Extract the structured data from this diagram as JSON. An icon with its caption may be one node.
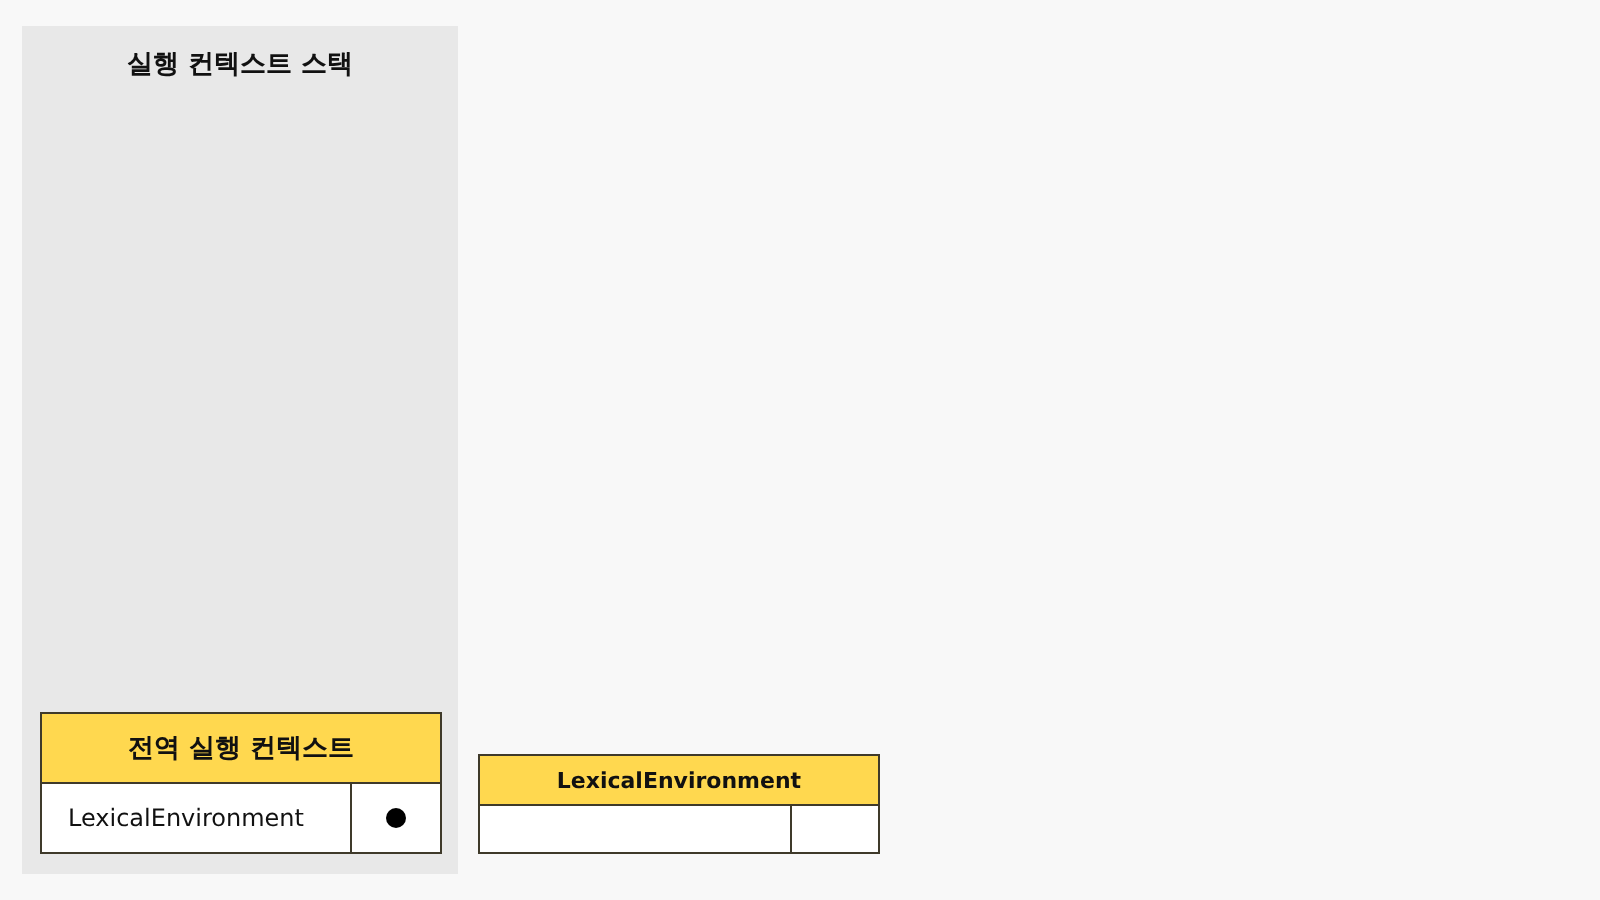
{
  "diagram": {
    "nodes": [
      {
        "text": [
          "실행 컨텍스트 스택"
        ]
      },
      {
        "text": [
          "전역 실행 컨텍스트",
          "LexicalEnvironment"
        ],
        "in": 0
      },
      {
        "text": [
          "LexicalEnvironment"
        ]
      }
    ]
  }
}
